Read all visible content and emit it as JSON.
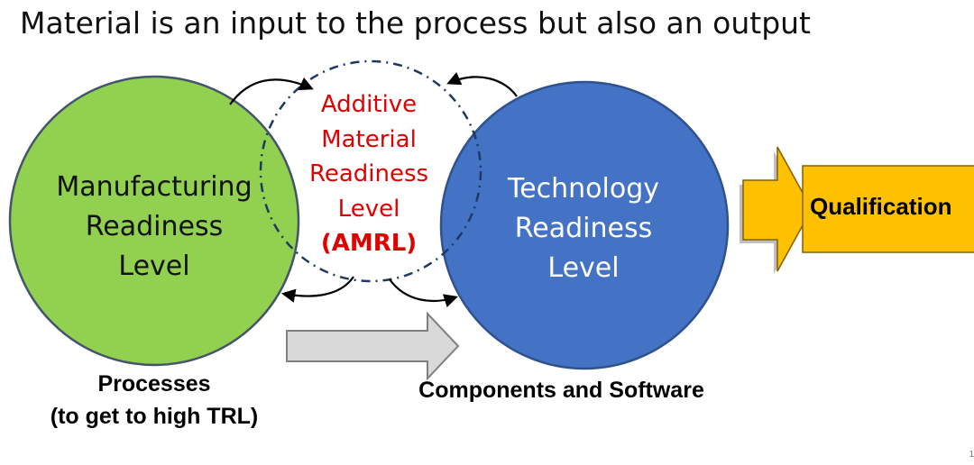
{
  "slide": {
    "title": "Material is an input to the process but also an output",
    "page_number": "1"
  },
  "left_circle": {
    "lines": [
      "Manufacturing",
      "Readiness",
      "Level"
    ],
    "fill": "#92d050",
    "stroke": "#44546a"
  },
  "right_circle": {
    "lines": [
      "Technology",
      "Readiness",
      "Level"
    ],
    "fill": "#4472c4",
    "stroke": "#2f528f"
  },
  "middle_circle": {
    "lines": [
      "Additive",
      "Material",
      "Readiness",
      "Level"
    ],
    "abbreviation": "(AMRL)",
    "text_color": "#e00000",
    "stroke": "#1f3864"
  },
  "qualification": {
    "label": "Qualification",
    "fill": "#ffc000"
  },
  "captions": {
    "processes_line1": "Processes",
    "processes_line2": "(to get to high TRL)",
    "components": "Components and Software"
  },
  "colors": {
    "arrow_gray": "#d9d9d9",
    "arrow_outline": "#7f7f7f"
  }
}
